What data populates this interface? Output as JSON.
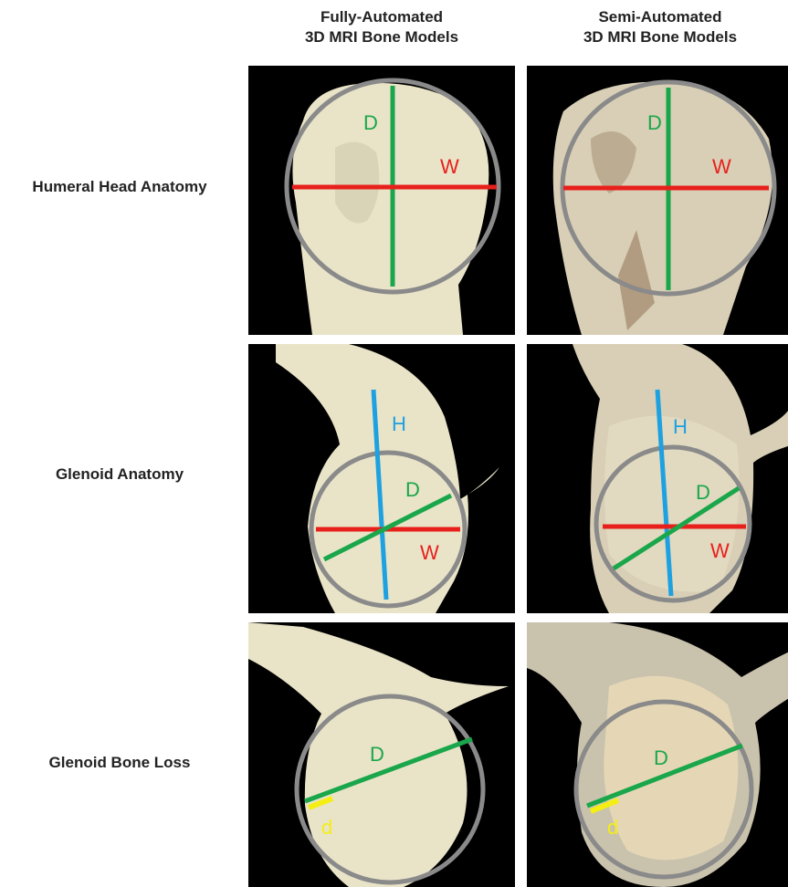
{
  "columns": [
    {
      "line1": "Fully-Automated",
      "line2": "3D MRI Bone Models"
    },
    {
      "line1": "Semi-Automated",
      "line2": "3D MRI Bone Models"
    }
  ],
  "rows": [
    {
      "label": "Humeral Head Anatomy"
    },
    {
      "label": "Glenoid Anatomy"
    },
    {
      "label": "Glenoid Bone Loss"
    }
  ],
  "measurements": {
    "depth": "D",
    "width": "W",
    "height": "H",
    "defect": "d"
  },
  "colors": {
    "depth": "#1aa64a",
    "width": "#e8201c",
    "height": "#1ea1e0",
    "defect": "#f4ee12",
    "circle": "#8a8a8a",
    "bone_auto": "#e9e4c8",
    "bone_semi": "#d8cfb6"
  }
}
